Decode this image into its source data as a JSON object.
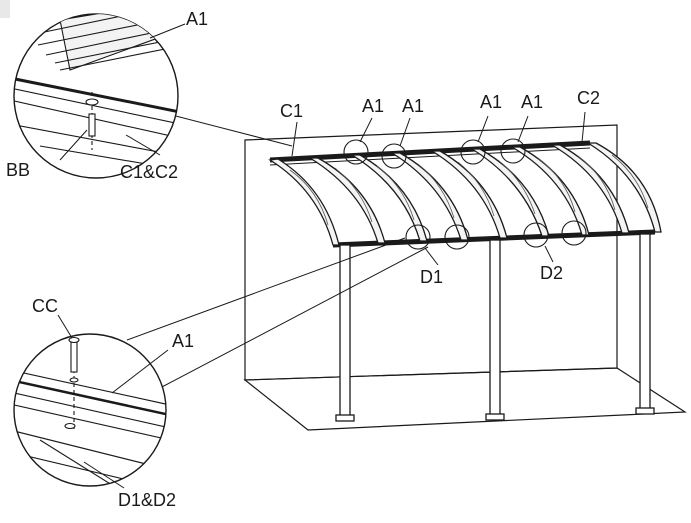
{
  "diagram": {
    "labels": {
      "a1_detail_top": "A1",
      "bb": "BB",
      "c1_c2": "C1&C2",
      "c1": "C1",
      "a1_1": "A1",
      "a1_2": "A1",
      "a1_3": "A1",
      "a1_4": "A1",
      "c2": "C2",
      "d1": "D1",
      "d2": "D2",
      "cc": "CC",
      "a1_detail_bottom": "A1",
      "d1_d2": "D1&D2"
    },
    "colors": {
      "line": "#1a1a1a",
      "roof_fill": "#f2f2f2",
      "detail_fill": "#ffffff"
    }
  }
}
